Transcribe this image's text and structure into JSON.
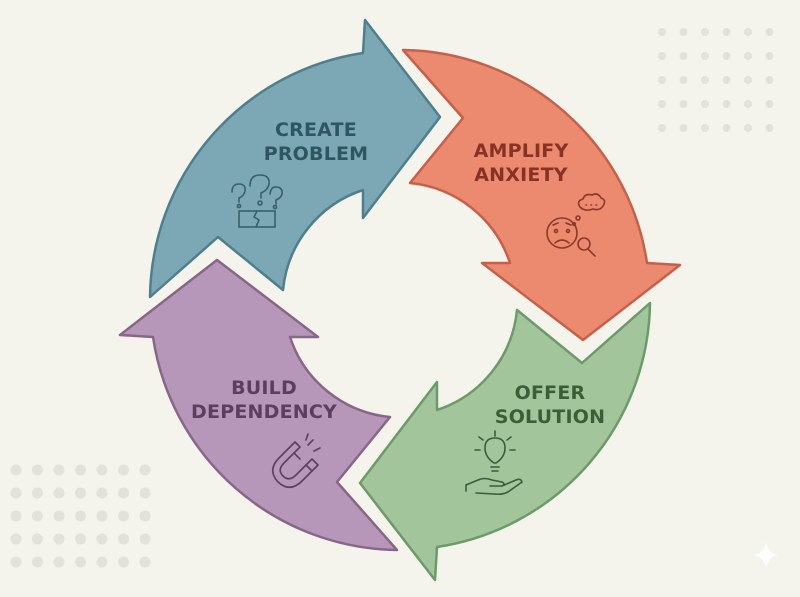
{
  "steps": [
    {
      "line1": "CREATE",
      "line2": "PROBLEM",
      "icon": "question-marks-broken-box-icon",
      "fill": "#7ba8b4",
      "stroke": "#4f7f8c",
      "text": "#2f5561"
    },
    {
      "line1": "AMPLIFY",
      "line2": "ANXIETY",
      "icon": "worried-face-magnifier-icon",
      "fill": "#eb8a6e",
      "stroke": "#c6604a",
      "text": "#883224"
    },
    {
      "line1": "OFFER",
      "line2": "SOLUTION",
      "icon": "hand-lightbulb-icon",
      "fill": "#a2c59b",
      "stroke": "#6d9a69",
      "text": "#3b5d39"
    },
    {
      "line1": "BUILD",
      "line2": "DEPENDENCY",
      "icon": "magnet-icon",
      "fill": "#b797b9",
      "stroke": "#876688",
      "text": "#5c3e61"
    }
  ],
  "colors": {
    "background": "#f4f3ec",
    "dots": "#e2e1da"
  }
}
